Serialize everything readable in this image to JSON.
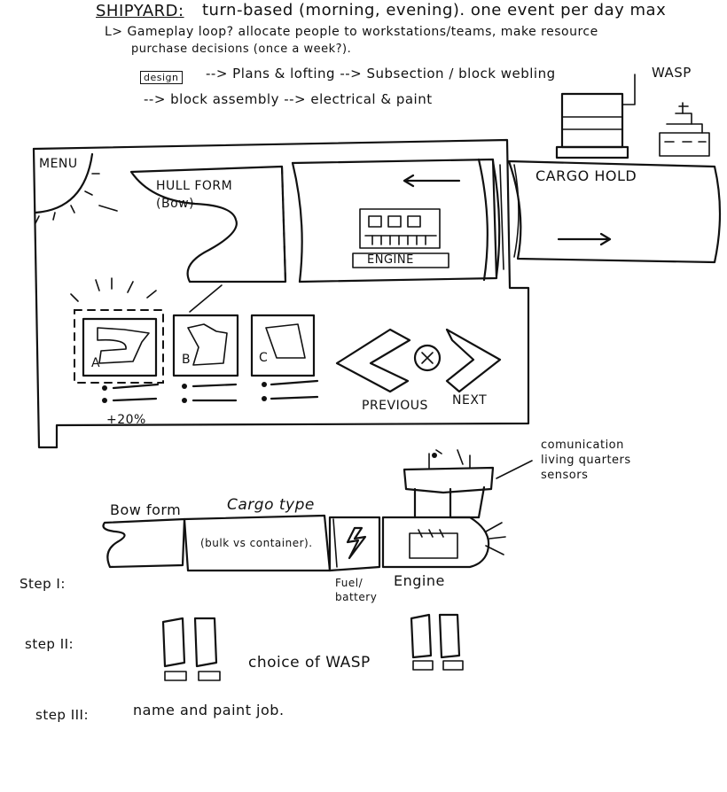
{
  "notes": {
    "line1_title": "SHIPYARD:",
    "line1_rest": "turn-based (morning, evening). one event per day max",
    "line2": "L> Gameplay loop? allocate people to workstations/teams, make resource",
    "line3": "purchase decisions (once a week?).",
    "line4_box": "design",
    "line4_rest": "--> Plans & lofting --> Subsection / block webling",
    "line5": "--> block assembly --> electrical & paint",
    "wasp_label": "WASP"
  },
  "mockup": {
    "menu_label": "MENU",
    "hull_form_label": "HULL FORM\n(Bow)",
    "engine_label": "ENGINE",
    "cargo_hold_label": "CARGO HOLD",
    "options": [
      {
        "letter": "A"
      },
      {
        "letter": "B"
      },
      {
        "letter": "C"
      }
    ],
    "bonus": "+20%",
    "previous_label": "PREVIOUS",
    "next_label": "NEXT"
  },
  "steps": {
    "communication_note": "comunication\nliving quarters\nsensors",
    "bow_form_label": "Bow form",
    "cargo_type_label": "Cargo type",
    "cargo_type_text": "(bulk vs container).",
    "fuel_label": "Fuel/\nbattery",
    "engine_label": "Engine",
    "step1": "Step I:",
    "step2": "step II:",
    "step2_text": "choice of WASP",
    "step3": "step III:",
    "step3_text": "name and paint job."
  }
}
